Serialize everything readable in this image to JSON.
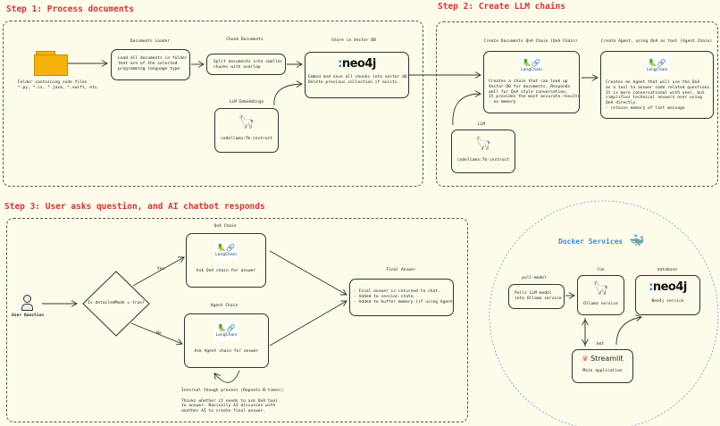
{
  "step1": {
    "title": "Step 1: Process documents",
    "folder_caption": "Folder containing code files\n*.py, *.cs, *.java, *.swift, etc.",
    "loader": {
      "label": "Documents Loader",
      "text": "Load all documents in folder\nthat are of the selected\nprogramming language type"
    },
    "chunk": {
      "label": "Chunk Documents",
      "text": "Split documents into smaller\nchunks with overlap"
    },
    "store": {
      "label": "Store in Vector DB",
      "logo": "neo4j",
      "text": "Embed and save all chunks into vector db.\nDelete previous collection if exists."
    },
    "embeddings": {
      "label": "LLM Embeddings",
      "icon": "llama-icon",
      "model": "codellama:7b-instruct"
    }
  },
  "step2": {
    "title": "Step 2: Create LLM chains",
    "qna": {
      "label": "Create Documents QnA Chain (QnA Chain)",
      "logo": "LangChain",
      "text": "Creates a chain that can look up\nVector DB for documents. Responds\nwell for QnA style conversation.\nIt provides the most accurate results.\n- no memory"
    },
    "agent": {
      "label": "Create Agent, using QnA as tool (Agent Chain)",
      "logo": "LangChain",
      "text": "Creates an Agent that will use the QnA\nas a tool to answer code related questions.\nIt is more conversational with user, but\nsimplifies technical answers over using\nQnA directly.\n- retains memory of last message"
    },
    "llm": {
      "label": "LLM",
      "icon": "llama-icon",
      "model": "codellama:7b-instruct"
    }
  },
  "step3": {
    "title": "Step 3: User asks question, and AI chatbot responds",
    "user_label": "User Question",
    "decision": "Is detailedMode = true?",
    "yes_label": "Yes",
    "no_label": "No",
    "qna": {
      "label": "QnA Chain",
      "logo": "LangChain",
      "text": "Ask QnA chain for answer"
    },
    "agent": {
      "label": "Agent Chain",
      "logo": "LangChain",
      "text": "Ask Agent chain for answer"
    },
    "final": {
      "label": "Final Answer",
      "text": "- Final answer is returned to chat.\n- Added to session state.\n- Added to buffer memory (if using Agent)."
    },
    "internal": "Internal though process (Repeats N times):\n\nThinks whether it needs to ask QnA tool\nto answer. Basically AI discusses with\nanother AI to create final answer."
  },
  "docker": {
    "title": "Docker Services",
    "accent": "#3a8fd6",
    "pull": {
      "label": "pull-model",
      "text": "Pulls LLM model\ninto Ollama service"
    },
    "llm": {
      "label": "llm",
      "text": "Ollama service"
    },
    "database": {
      "label": "database",
      "logo": "neo4j",
      "text": "Neo4j service"
    },
    "bot": {
      "label": "bot",
      "logo": "Streamlit",
      "text": "Main application"
    }
  },
  "colors": {
    "background": "#fdfbea",
    "title": "#e03131",
    "folder": "#f5b20b",
    "neo4j_accent": "#1b8fd6",
    "streamlit": "#ff4b4b"
  }
}
